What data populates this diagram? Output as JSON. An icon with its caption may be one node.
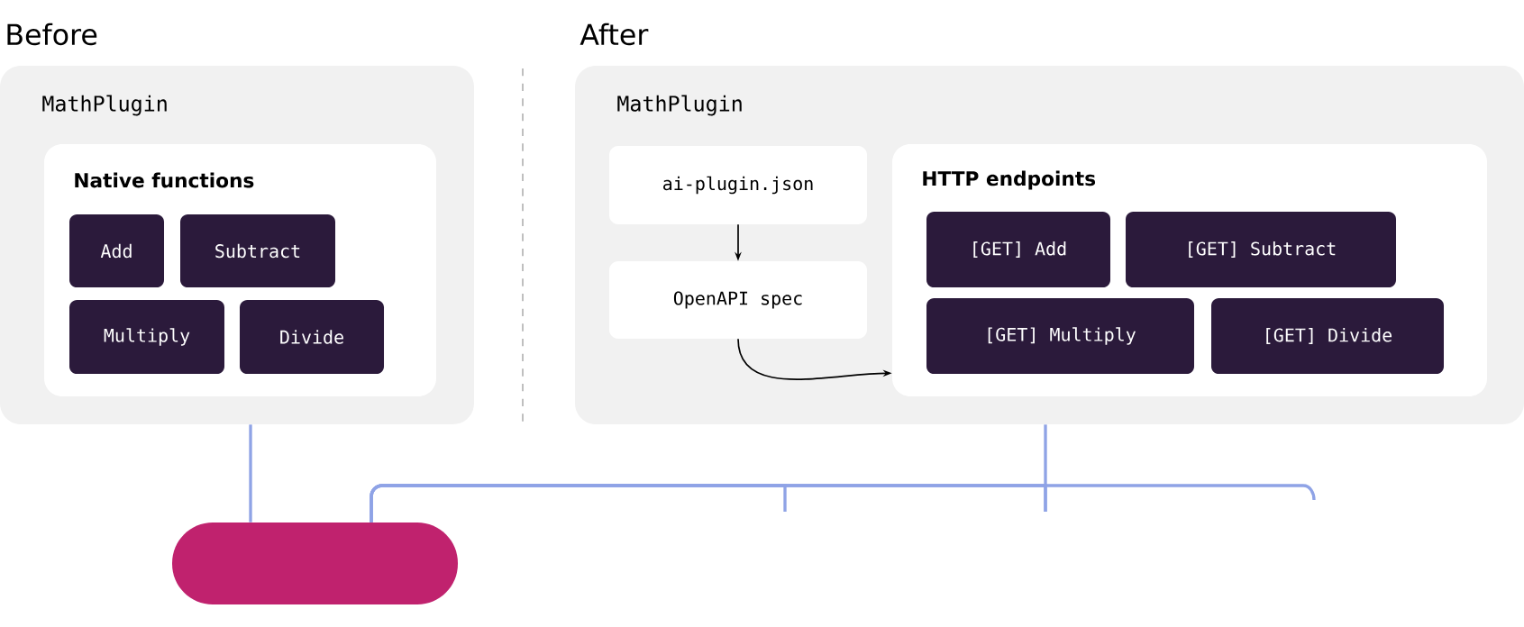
{
  "diagram": {
    "nodes": [
      {
        "text": [
          "Before",
          "MathPlugin"
        ]
      },
      {
        "text": [
          "Native functions"
        ],
        "in": 0
      },
      {
        "text": [
          "Add"
        ],
        "in": 1
      },
      {
        "text": [
          "Subtract"
        ],
        "in": 1
      },
      {
        "text": [
          "Multiply"
        ],
        "in": 1
      },
      {
        "text": [
          "Divide"
        ],
        "in": 1
      },
      {
        "text": [
          "After",
          "MathPlugin"
        ]
      },
      {
        "text": [
          "ai-plugin.json"
        ],
        "in": 6
      },
      {
        "text": [
          "OpenAPI spec"
        ],
        "in": 6
      },
      {
        "text": [
          "HTTP endpoints"
        ],
        "in": 6
      },
      {
        "text": [
          "[GET] Add"
        ],
        "in": 9
      },
      {
        "text": [
          "[GET] Subtract"
        ],
        "in": 9
      },
      {
        "text": [
          "[GET] Multiply"
        ],
        "in": 9
      },
      {
        "text": [
          "[GET] Divide"
        ],
        "in": 9
      },
      {
        "text": [],
        "shape": "box"
      }
    ],
    "edges": [
      {
        "from": 7,
        "to": 8,
        "arrow": "to",
        "color": "#000000"
      },
      {
        "from": 8,
        "to": 9,
        "arrow": "to",
        "color": "#000000"
      },
      {
        "from": 0,
        "to": 14,
        "arrow": "none"
      },
      {
        "from": 6,
        "to": null,
        "arrow": "none"
      },
      {
        "from": 14,
        "to": null,
        "arrow": "none"
      },
      {
        "from": 14,
        "to": null,
        "arrow": "none"
      },
      {
        "from": 14,
        "to": null,
        "arrow": "none"
      }
    ]
  }
}
